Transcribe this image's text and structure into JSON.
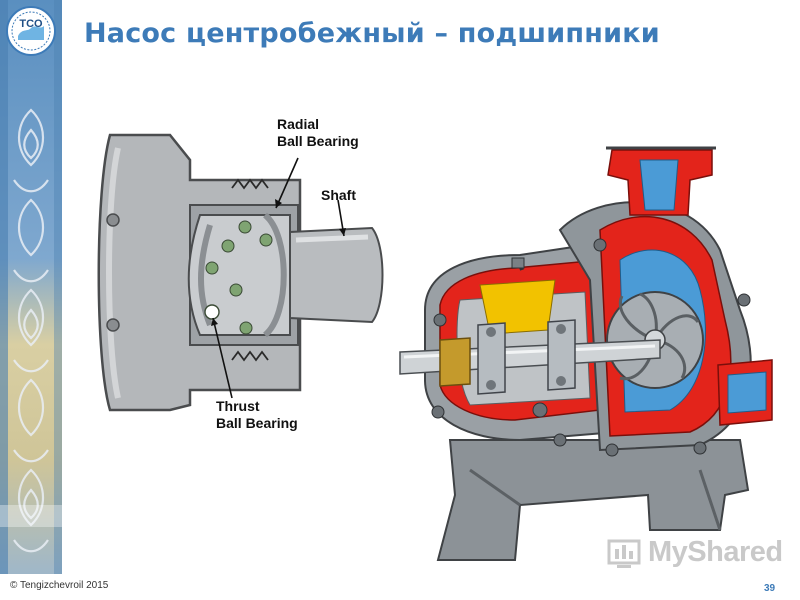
{
  "slide": {
    "title": "Насос центробежный – подшипники",
    "footer": "© Tengizchevroil 2015",
    "page_number": "39"
  },
  "logo": {
    "text": "TCO"
  },
  "bearing_diagram": {
    "labels": {
      "radial_line1": "Radial",
      "radial_line2": "Ball Bearing",
      "shaft": "Shaft",
      "thrust_line1": "Thrust",
      "thrust_line2": "Ball Bearing"
    }
  },
  "watermark": {
    "text": "MyShared"
  },
  "colors": {
    "title": "#3d7bb8",
    "band_blue": "#5a8fc0",
    "band_tan": "#d9cfa3",
    "housing_gray": "#a7aaad",
    "cutaway_red": "#e3241b",
    "oil_yellow": "#f2c200",
    "water_blue": "#4b9bd6"
  }
}
